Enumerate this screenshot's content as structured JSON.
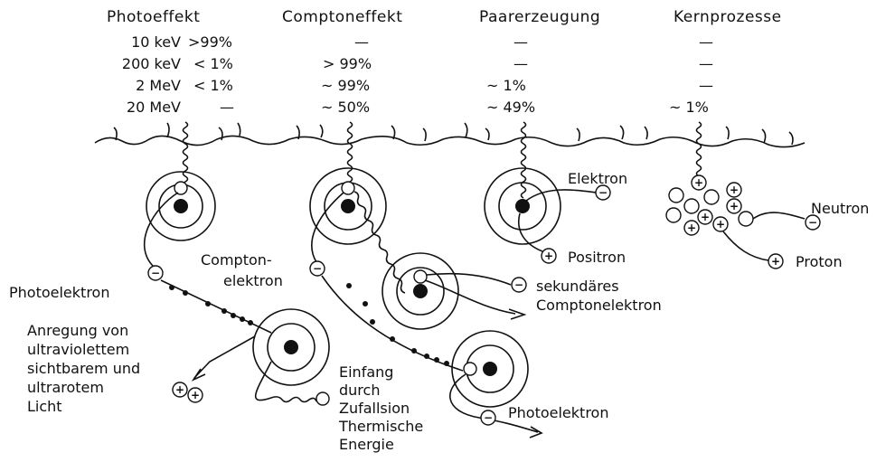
{
  "table": {
    "headers": [
      "Photoeffekt",
      "Comptoneffekt",
      "Paarerzeugung",
      "Kernprozesse"
    ],
    "rows": [
      {
        "energy": "10 keV",
        "cells": [
          ">99%",
          "—",
          "—",
          "—"
        ]
      },
      {
        "energy": "200 keV",
        "cells": [
          "< 1%",
          "> 99%",
          "—",
          "—"
        ]
      },
      {
        "energy": "2 MeV",
        "cells": [
          "< 1%",
          "~ 99%",
          "~  1%",
          "—"
        ]
      },
      {
        "energy": "20 MeV",
        "cells": [
          "—",
          "~ 50%",
          "~ 49%",
          "~ 1%"
        ]
      }
    ]
  },
  "labels": {
    "photoelektron_left": "Photoelektron",
    "anregung": [
      "Anregung von",
      "ultraviolettem",
      "sichtbarem und",
      "ultrarotem",
      "Licht"
    ],
    "compton_elektron": [
      "Compton-",
      "elektron"
    ],
    "einfang": [
      "Einfang",
      "durch",
      "Zufallsion",
      "Thermische",
      "Energie"
    ],
    "elektron": "Elektron",
    "positron": "Positron",
    "sekundaeres": [
      "sekundäres",
      "Comptonelektron"
    ],
    "photoelektron_right": "Photoelektron",
    "neutron": "Neutron",
    "proton": "Proton"
  },
  "symbols": {
    "minus": "−",
    "plus": "+"
  }
}
